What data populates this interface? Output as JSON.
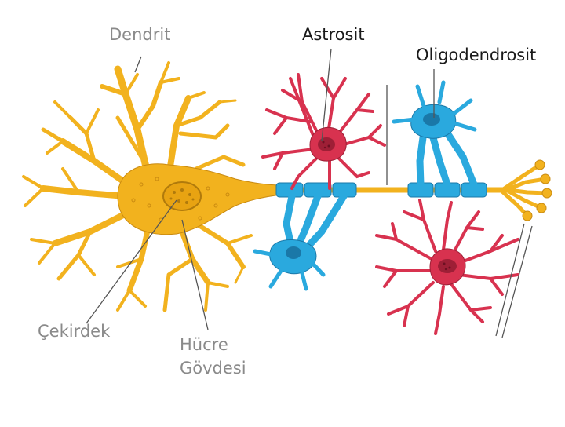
{
  "labels": {
    "dendrit": "Dendrit",
    "astrosit": "Astrosit",
    "oligodendrosit": "Oligodendrosit",
    "cekirdek": "Çekirdek",
    "hucre_line1": "Hücre",
    "hucre_line2": "Gövdesi"
  },
  "colors": {
    "neuron": "#f2b21e",
    "neuron_dark": "#c98a10",
    "astrocyte": "#d8324f",
    "astrocyte_dark": "#9e1f36",
    "oligodendrocyte": "#2aa9de",
    "oligodendrocyte_dark": "#1a78a8",
    "pointer_line": "#555555"
  }
}
